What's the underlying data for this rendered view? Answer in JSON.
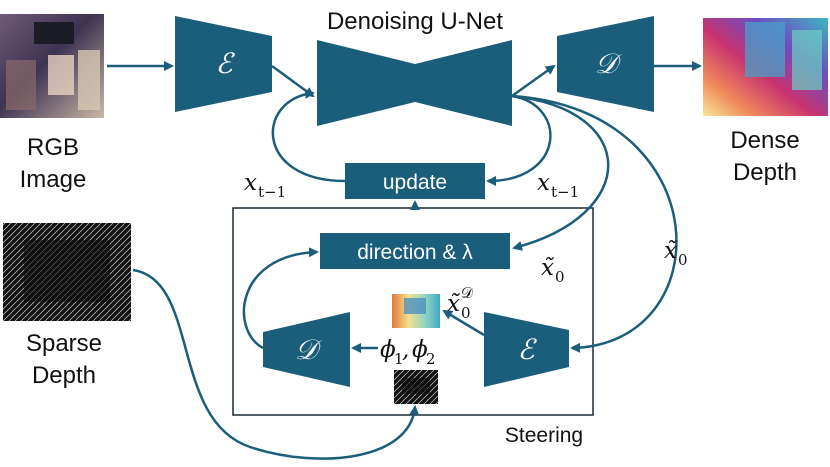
{
  "labels": {
    "rgb_image": [
      "RGB",
      "Image"
    ],
    "sparse_depth": [
      "Sparse",
      "Depth"
    ],
    "dense_depth": [
      "Dense",
      "Depth"
    ],
    "unet_title": "Denoising U-Net",
    "steering": "Steering"
  },
  "blocks": {
    "encoder_symbol": "ℰ",
    "decoder_symbol": "𝒟",
    "update": "update",
    "direction": "direction & λ"
  },
  "math": {
    "x_prev_left": {
      "base": "x",
      "sub": "t−1"
    },
    "x_prev_right": {
      "base": "x",
      "sub": "t−1"
    },
    "x0_tilde_outer": {
      "base": "x̃",
      "sub": "0"
    },
    "x0_tilde_inner": {
      "base": "x̃",
      "sub": "0"
    },
    "x0_tilde_decoded": {
      "base": "x̃",
      "sub": "0",
      "sup": "𝒟"
    },
    "phi": {
      "a": "ϕ",
      "a_sub": "1",
      "b": "ϕ",
      "b_sub": "2"
    }
  },
  "colors": {
    "block": "#1b5e7b",
    "arrow": "#1b5e7b",
    "frame": "#1a2a33"
  }
}
